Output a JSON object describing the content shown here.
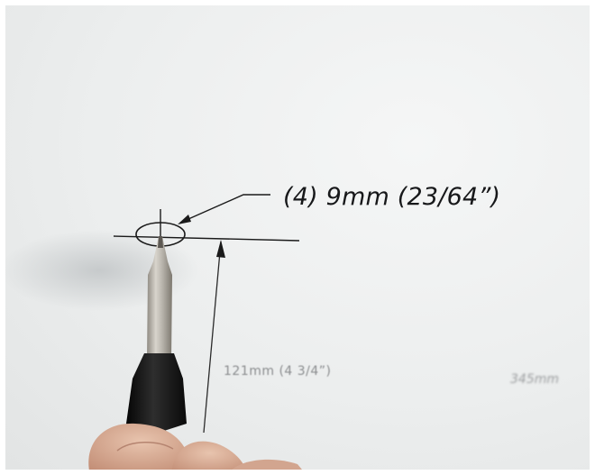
{
  "photo": {
    "callout_text": "(4) 9mm (23/64”)",
    "dimension_label_1": "121mm  (4 3/4”)",
    "dimension_label_2": "345mm"
  },
  "colors": {
    "paper": "#eceeee",
    "ink": "#17181a",
    "probe_metal": "#b9b5ad",
    "probe_handle": "#141414",
    "skin": "#d9b29c"
  }
}
